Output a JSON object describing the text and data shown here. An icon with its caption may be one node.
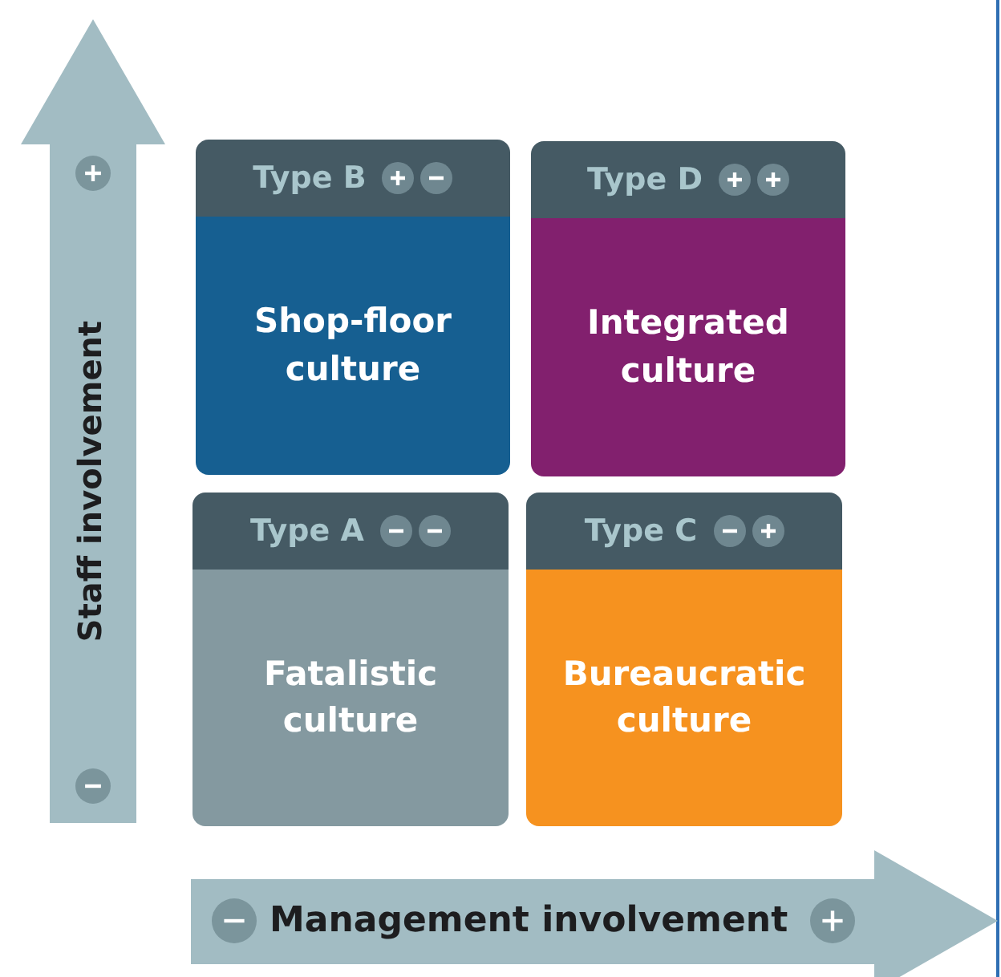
{
  "diagram": {
    "nodes": [
      {
        "text": [
          "Type B",
          "Shop-floor culture"
        ]
      },
      {
        "text": [
          "Type D",
          "Integrated culture"
        ]
      },
      {
        "text": [
          "Type A",
          "Fatalistic culture"
        ]
      },
      {
        "text": [
          "Type C",
          "Bureaucratic culture"
        ]
      }
    ],
    "labels": [
      "Staff involvement",
      "Management involvement"
    ]
  }
}
